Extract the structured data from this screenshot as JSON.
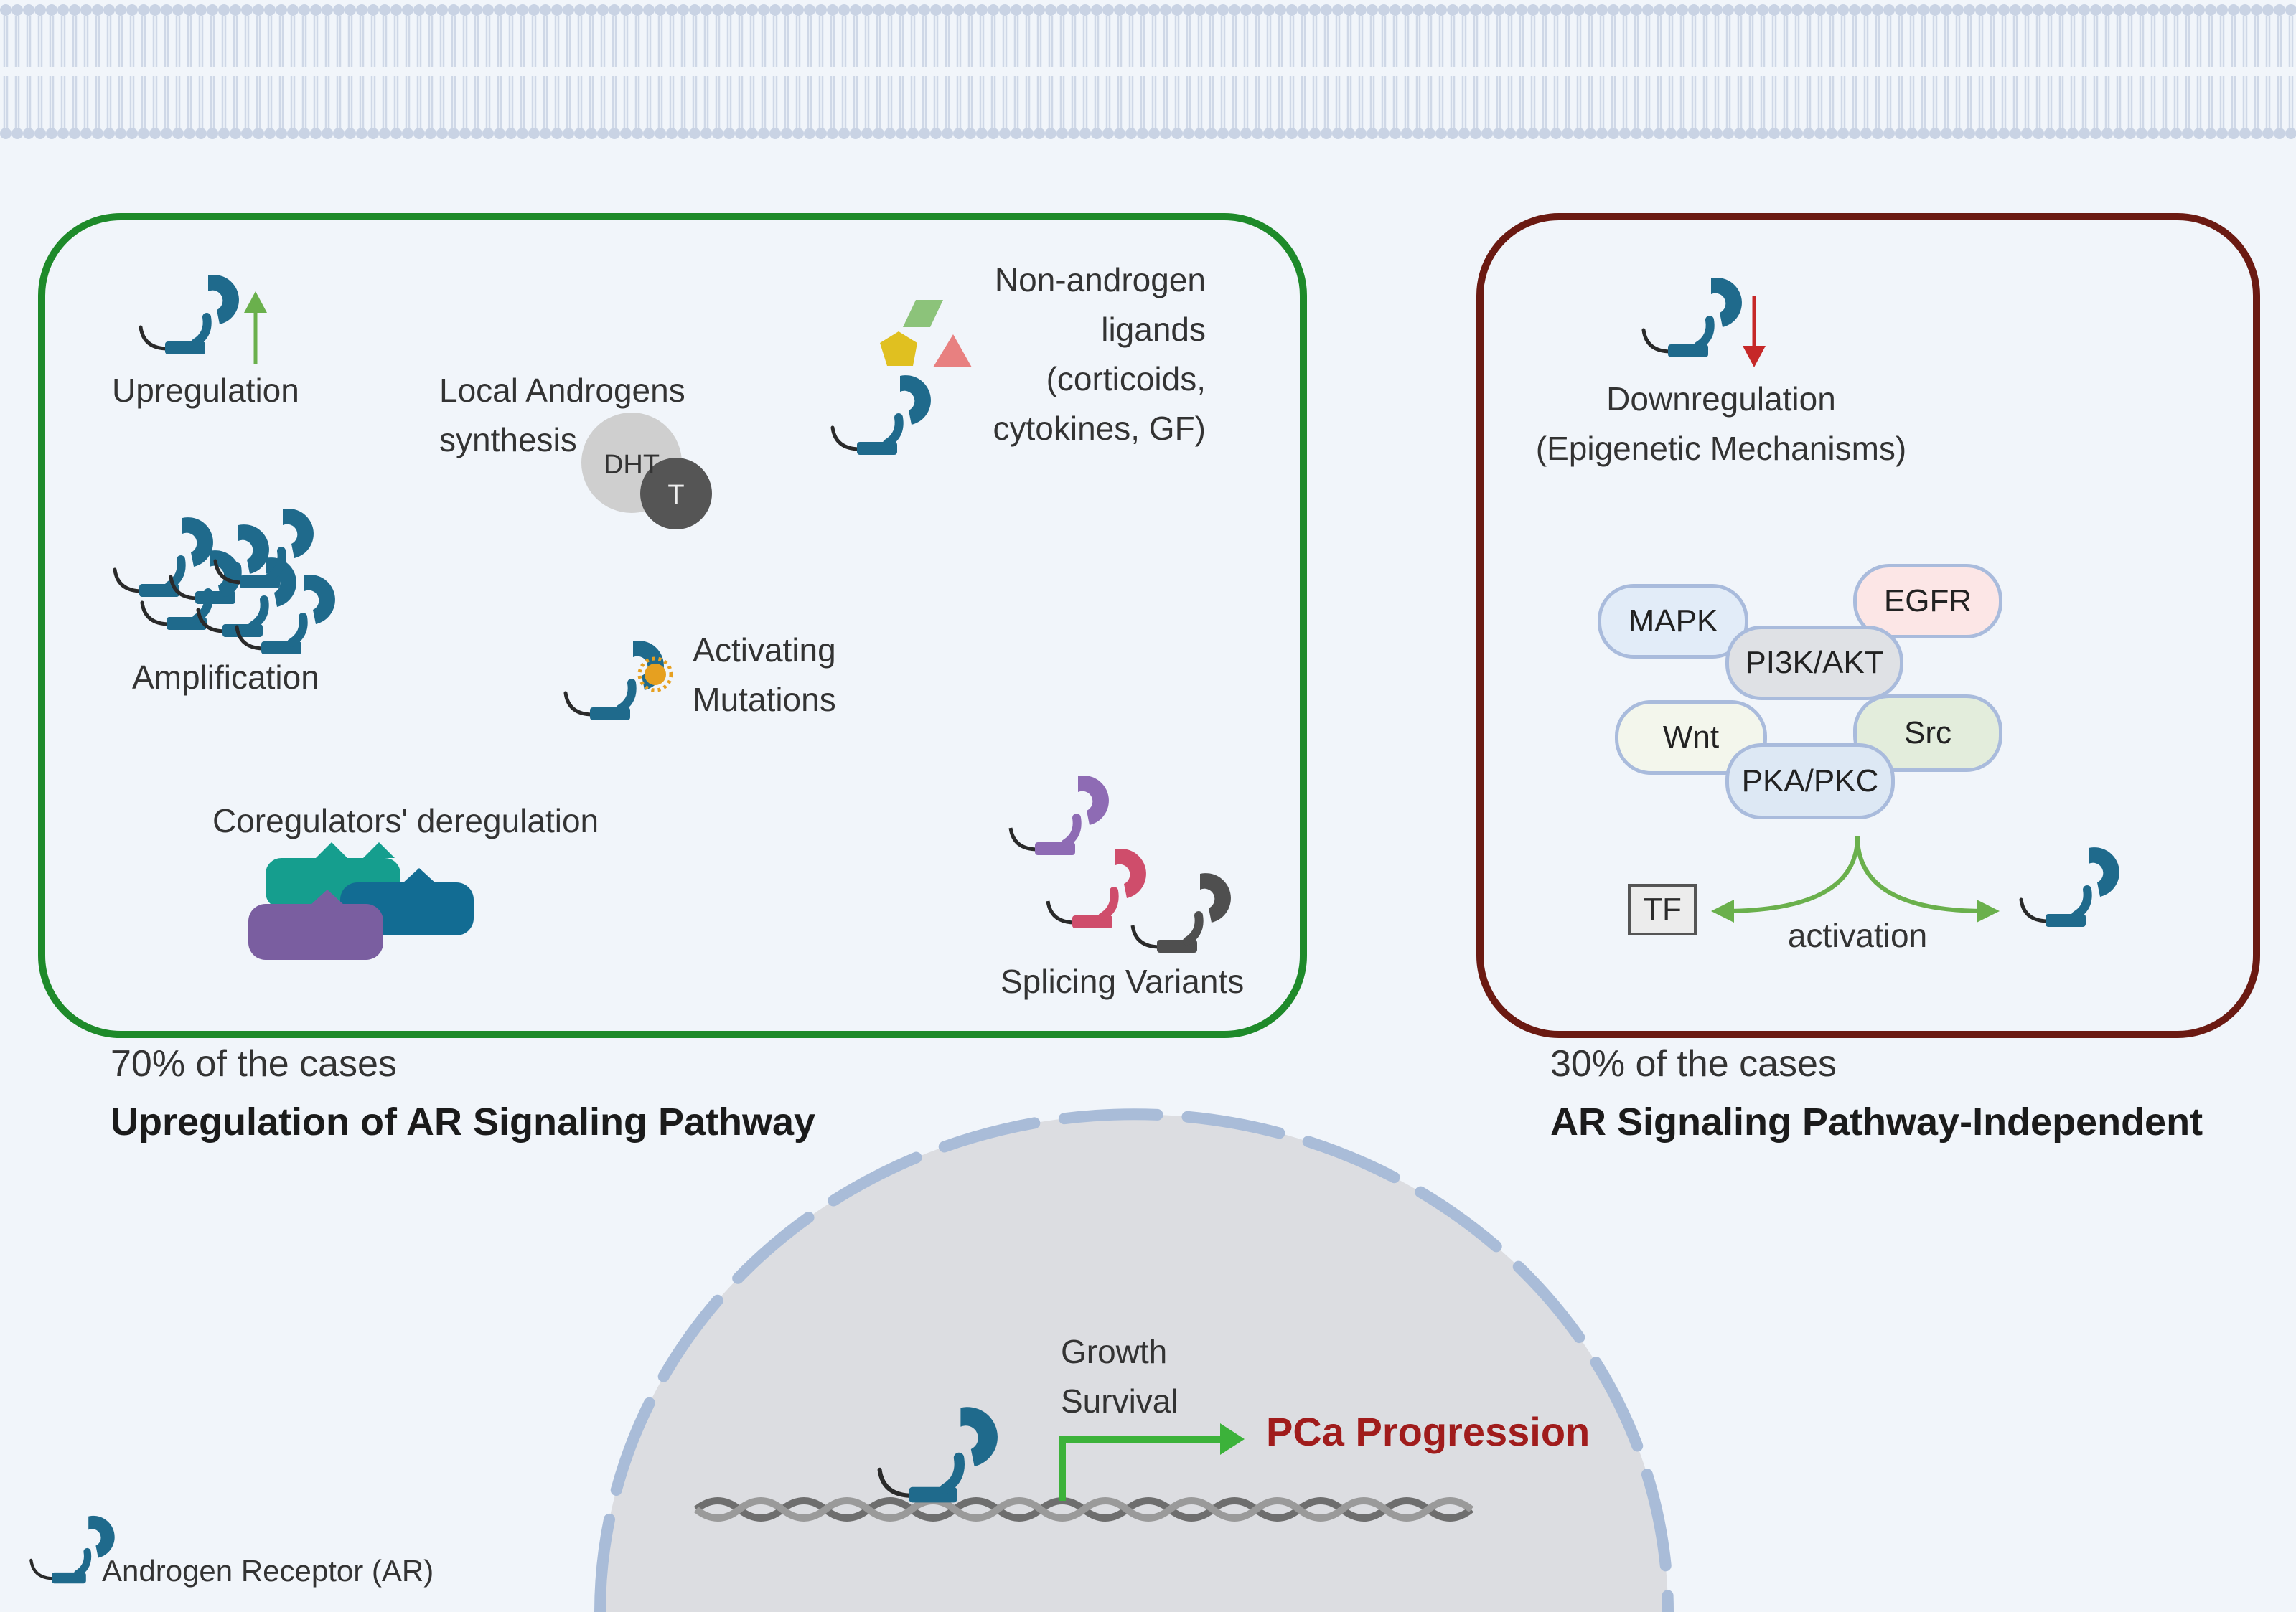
{
  "left_panel": {
    "upregulation": "Upregulation",
    "local_androgens": [
      "Local Androgens",
      "synthesis"
    ],
    "dht": "DHT",
    "t": "T",
    "non_androgen": [
      "Non-androgen",
      "ligands",
      "(corticoids,",
      "cytokines, GF)"
    ],
    "amplification": "Amplification",
    "activating": [
      "Activating",
      "Mutations"
    ],
    "coregulators": "Coregulators' deregulation",
    "splicing": "Splicing Variants",
    "percent": "70% of the cases",
    "title": "Upregulation of AR Signaling Pathway"
  },
  "right_panel": {
    "downregulation": [
      "Downregulation",
      "(Epigenetic Mechanisms)"
    ],
    "pathways": {
      "mapk": "MAPK",
      "egfr": "EGFR",
      "pi3k": "PI3K/AKT",
      "wnt": "Wnt",
      "src": "Src",
      "pka": "PKA/PKC"
    },
    "tf": "TF",
    "activation": "activation",
    "percent": "30% of the cases",
    "title": "AR Signaling Pathway-Independent"
  },
  "nucleus": {
    "effects": [
      "Growth",
      "Survival"
    ],
    "progression": "PCa Progression"
  },
  "legend": {
    "ar": "Androgen Receptor (AR)"
  },
  "colors": {
    "ar_blue": "#1f6a8c",
    "green_border": "#1e8a2a",
    "brown_border": "#6b1a12",
    "progression_red": "#a01c1c",
    "activation_arrow": "#6ab04c",
    "up_arrow": "#6ab04c",
    "down_arrow": "#c62828"
  }
}
